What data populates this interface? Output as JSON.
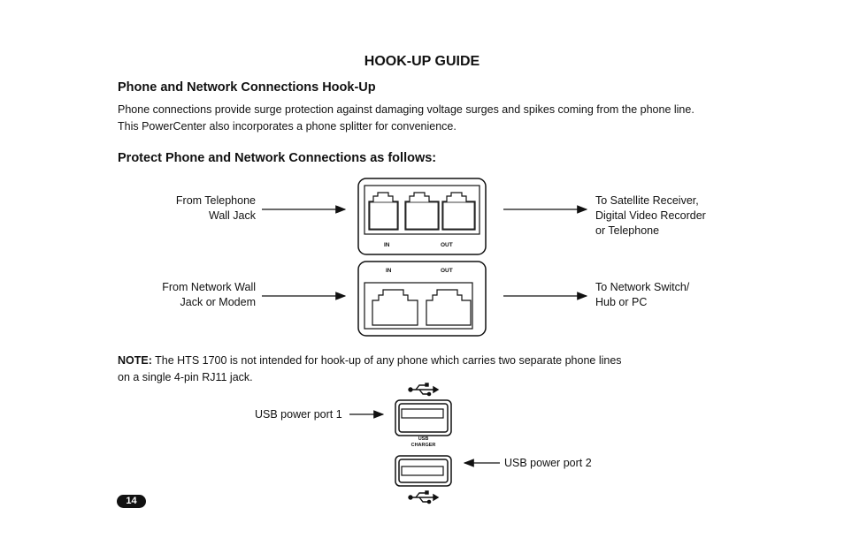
{
  "header": {
    "title": "HOOK-UP GUIDE"
  },
  "section1": {
    "heading": "Phone and Network Connections Hook-Up",
    "line1": "Phone connections provide surge protection against damaging voltage surges and spikes coming from the phone line.",
    "line2": "This PowerCenter also incorporates a phone splitter for convenience."
  },
  "section2": {
    "heading": "Protect Phone and Network Connections as follows:"
  },
  "phone_panel": {
    "left_line1": "From Telephone",
    "left_line2": "Wall Jack",
    "right_line1": "To Satellite Receiver,",
    "right_line2": "Digital Video Recorder",
    "right_line3": "or Telephone",
    "in_label": "IN",
    "out_label": "OUT"
  },
  "network_panel": {
    "left_line1": "From Network Wall",
    "left_line2": "Jack or Modem",
    "right_line1": "To Network Switch/",
    "right_line2": "Hub or PC",
    "in_label": "IN",
    "out_label": "OUT"
  },
  "note": {
    "prefix": "NOTE:",
    "text1": " The HTS 1700 is not intended for hook-up of any phone which carries two separate phone lines",
    "text2": "on a single 4-pin RJ11 jack."
  },
  "usb": {
    "port1": "USB power port 1",
    "port2": "USB power port 2",
    "charger_line1": "USB",
    "charger_line2": "CHARGER"
  },
  "footer": {
    "page_number": "14"
  }
}
